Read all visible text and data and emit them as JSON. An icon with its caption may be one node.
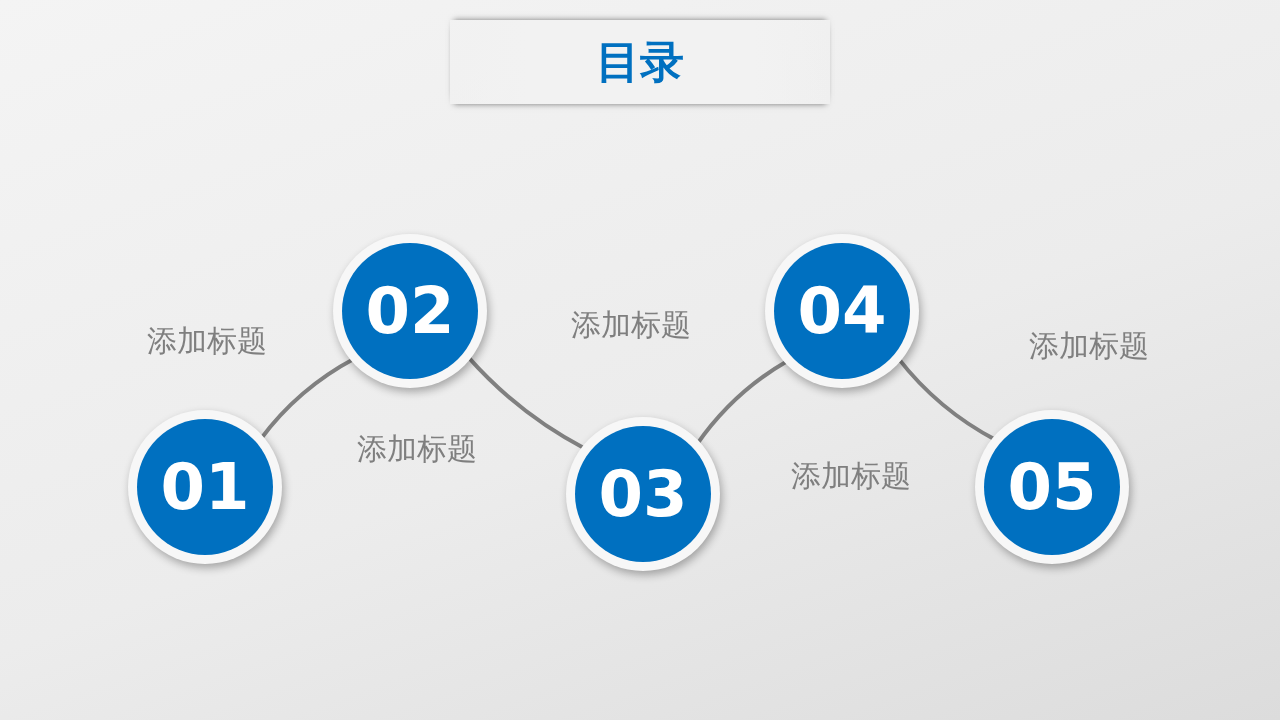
{
  "diagram": {
    "title": "目录",
    "nodes": [
      {
        "text": [
          "01"
        ],
        "beside": [
          "添加标题"
        ]
      },
      {
        "text": [
          "02"
        ],
        "beside": [
          "添加标题"
        ]
      },
      {
        "text": [
          "03"
        ],
        "beside": [
          "添加标题"
        ]
      },
      {
        "text": [
          "04"
        ],
        "beside": [
          "添加标题"
        ]
      },
      {
        "text": [
          "05"
        ],
        "beside": [
          "添加标题"
        ]
      }
    ],
    "edges": [
      {
        "from": 0,
        "to": 1,
        "arrow": "none"
      },
      {
        "from": 1,
        "to": 2,
        "arrow": "none"
      },
      {
        "from": 2,
        "to": 3,
        "arrow": "none"
      },
      {
        "from": 3,
        "to": 4,
        "arrow": "none"
      }
    ]
  }
}
